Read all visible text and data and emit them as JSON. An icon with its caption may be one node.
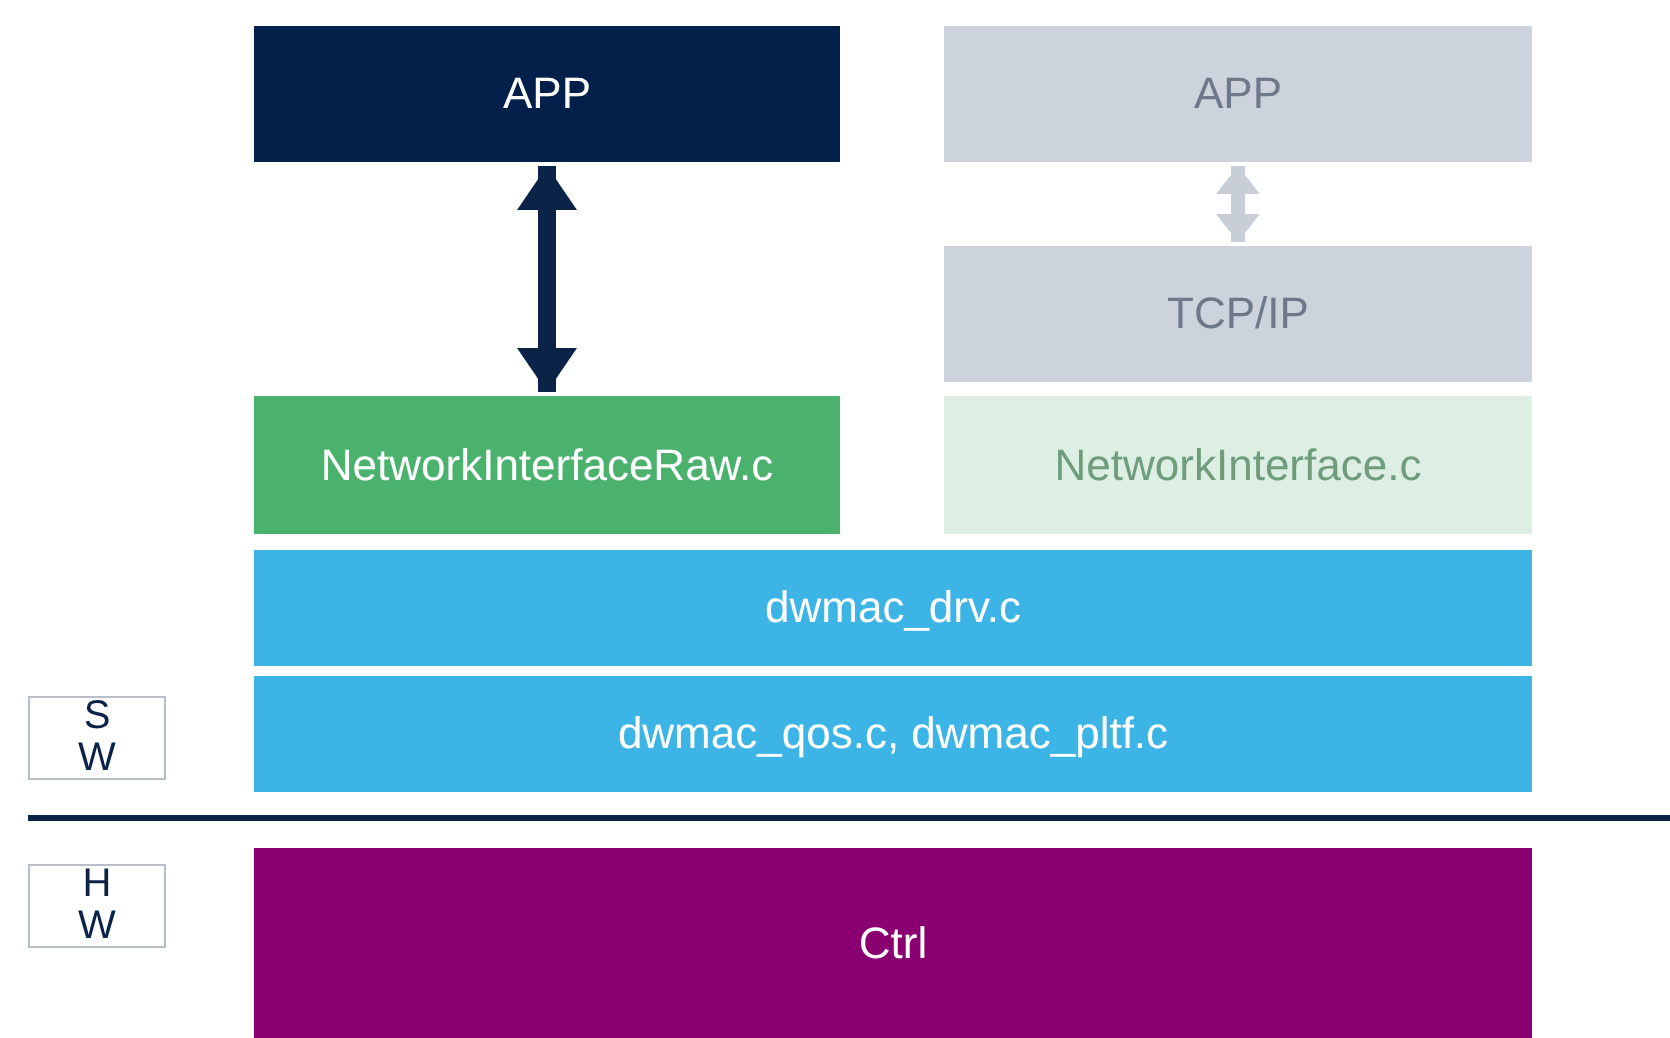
{
  "diagram": {
    "nodes": [
      {
        "text": [
          "APP"
        ]
      },
      {
        "text": [
          "APP"
        ]
      },
      {
        "text": [
          "TCP/IP"
        ]
      },
      {
        "text": [
          "NetworkInterfaceRaw.c"
        ]
      },
      {
        "text": [
          "NetworkInterface.c"
        ]
      },
      {
        "text": [
          "dwmac_drv.c"
        ]
      },
      {
        "text": [
          "dwmac_qos.c, dwmac_pltf.c"
        ]
      },
      {
        "text": [
          "S W"
        ]
      },
      {
        "text": [
          "H W"
        ]
      },
      {
        "text": [
          "Ctrl"
        ]
      }
    ],
    "edges": [
      {
        "from": 0,
        "to": 3,
        "arrow": "both"
      },
      {
        "from": 1,
        "to": 2,
        "arrow": "both",
        "color": "#c8ced8"
      }
    ]
  }
}
